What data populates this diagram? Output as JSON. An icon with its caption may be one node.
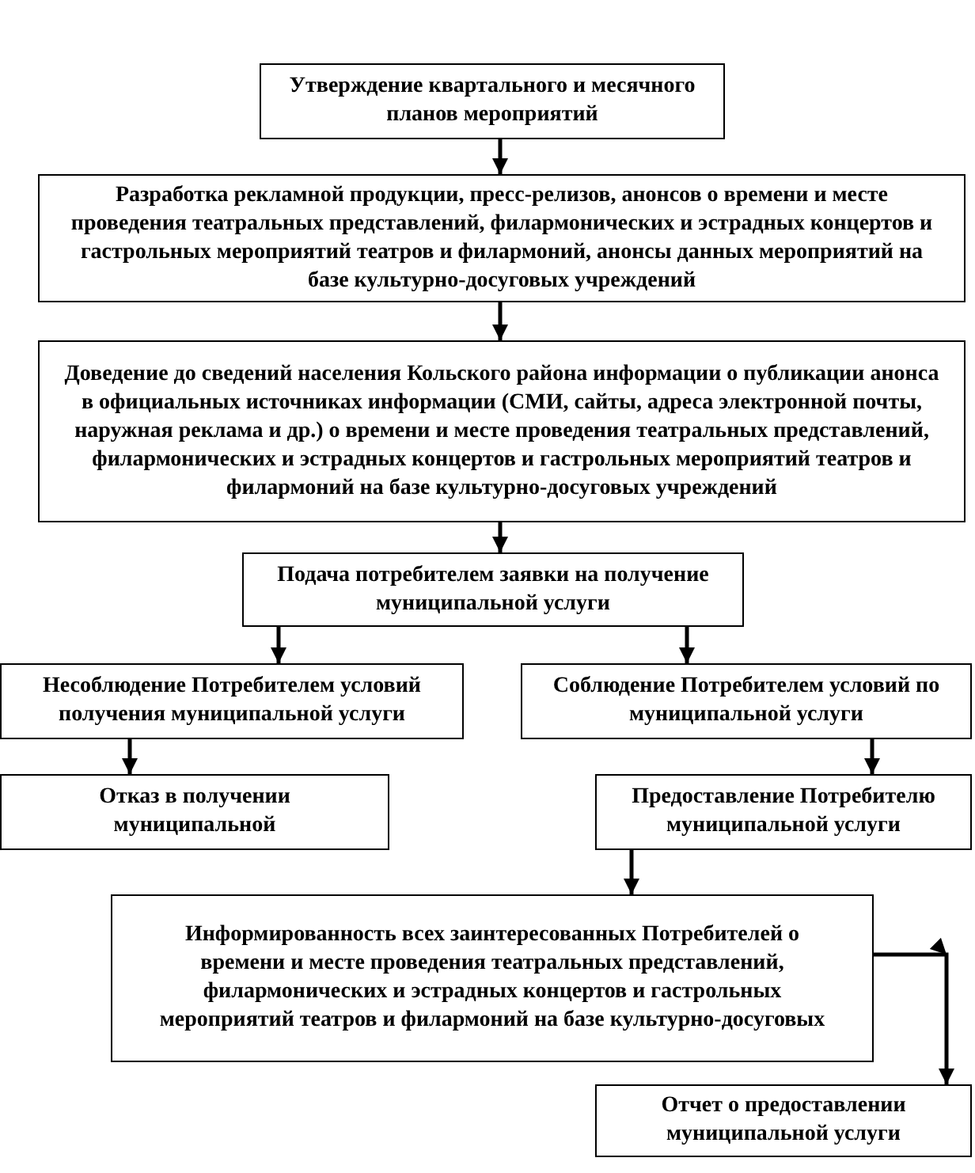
{
  "diagram": {
    "nodes": [
      {
        "text": [
          "Утверждение квартального и месячного планов мероприятий"
        ]
      },
      {
        "text": [
          "Разработка рекламной продукции, пресс-релизов, анонсов о времени и месте проведения театральных представлений, филармонических и эстрадных концертов и гастрольных мероприятий театров и филармоний, анонсы данных  мероприятий на базе культурно-досуговых учреждений"
        ]
      },
      {
        "text": [
          "Доведение до сведений населения Кольского района  информации о публикации анонса в официальных источниках информации (СМИ, сайты, адреса электронной почты, наружная реклама и др.) о времени и месте проведения театральных представлений, филармонических и эстрадных концертов  и гастрольных мероприятий театров и филармоний на базе культурно-досуговых учреждений"
        ]
      },
      {
        "text": [
          "Подача потребителем заявки на получение муниципальной услуги"
        ]
      },
      {
        "text": [
          "Несоблюдение Потребителем условий получения муниципальной услуги"
        ]
      },
      {
        "text": [
          "Соблюдение Потребителем условий по муниципальной услуги"
        ]
      },
      {
        "text": [
          "Отказ в получении муниципальной"
        ]
      },
      {
        "text": [
          "Предоставление  Потребителю муниципальной услуги"
        ]
      },
      {
        "text": [
          "Информированность всех заинтересованных Потребителей о времени и месте проведения театральных представлений, филармонических и эстрадных концертов и гастрольных мероприятий театров и филармоний на базе культурно-досуговых"
        ]
      },
      {
        "text": [
          "Отчет о предоставлении муниципальной услуги"
        ]
      }
    ],
    "edges": [
      {
        "from": 0,
        "to": 1,
        "arrow": "to"
      },
      {
        "from": 1,
        "to": 2,
        "arrow": "to"
      },
      {
        "from": 2,
        "to": 3,
        "arrow": "to"
      },
      {
        "from": 3,
        "to": 4,
        "arrow": "to"
      },
      {
        "from": 3,
        "to": 5,
        "arrow": "to"
      },
      {
        "from": 4,
        "to": 6,
        "arrow": "to"
      },
      {
        "from": 5,
        "to": 7,
        "arrow": "to"
      },
      {
        "from": 7,
        "to": 8,
        "arrow": "to"
      },
      {
        "from": 8,
        "to": 9,
        "arrow": "to"
      }
    ]
  }
}
